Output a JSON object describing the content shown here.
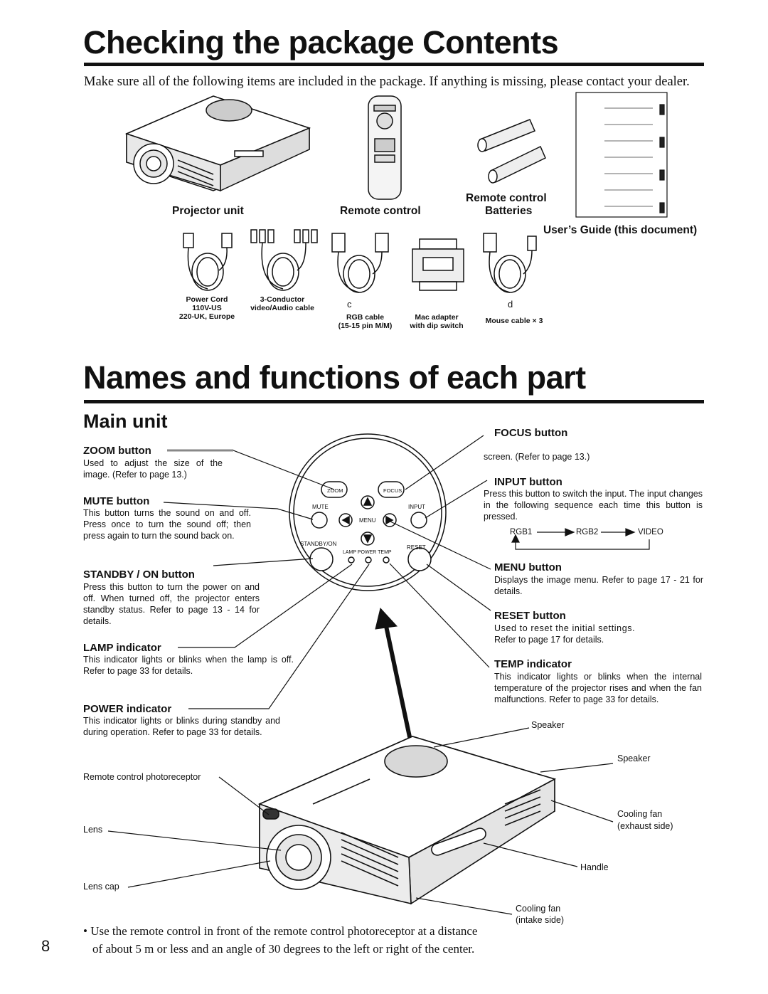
{
  "page_number": "8",
  "sections": {
    "package_title": "Checking the package Contents",
    "names_title": "Names and functions of each part",
    "main_unit_title": "Main unit"
  },
  "intro": "Make sure all of the following items are included in the package. If anything is missing, please contact your dealer.",
  "package": {
    "projector_unit": "Projector unit",
    "remote_control": "Remote control",
    "batteries_line1": "Remote control",
    "batteries_line2": "Batteries",
    "users_guide": "User’s Guide (this document)",
    "power_cord_1": "Power Cord",
    "power_cord_2": "110V-US",
    "power_cord_3": "220-UK, Europe",
    "av_cable_1": "3-Conductor",
    "av_cable_2": "video/Audio cable",
    "mark_c": "c",
    "mark_d": "d",
    "rgb_cable_1": "RGB cable",
    "rgb_cable_2": "(15-15 pin M/M)",
    "mac_adapter_1": "Mac adapter",
    "mac_adapter_2": "with dip switch",
    "mouse_cable": "Mouse cable × 3"
  },
  "panel": {
    "zoom": "ZOOM",
    "focus": "FOCUS",
    "mute": "MUTE",
    "input": "INPUT",
    "menu": "MENU",
    "standby_on": "STANDBY/ON",
    "reset": "RESET",
    "indicators": "LAMP POWER TEMP"
  },
  "left_callouts": {
    "zoom_head": "ZOOM button",
    "zoom_desc": "Used to adjust the size of the image. (Refer to page 13.)",
    "mute_head": "MUTE button",
    "mute_desc": "This button turns the sound on and off. Press once to turn the sound off; then press again to turn the sound back on.",
    "standby_head": "STANDBY / ON button",
    "standby_desc": "Press this button to turn the power on and off. When turned off, the projector enters standby status. Refer to page 13 - 14 for details.",
    "lamp_head": "LAMP indicator",
    "lamp_desc": "This indicator lights or blinks when the lamp is off. Refer to page 33 for details.",
    "power_head": "POWER indicator",
    "power_desc": "This indicator lights or blinks during standby and during operation. Refer to page 33 for details."
  },
  "right_callouts": {
    "focus_head": "FOCUS button",
    "focus_desc": "screen. (Refer to page 13.)",
    "input_head": "INPUT button",
    "input_desc": "Press this button to switch the input. The input changes in the following sequence each time this button is pressed.",
    "seq_rgb1": "RGB1",
    "seq_rgb2": "RGB2",
    "seq_video": "VIDEO",
    "menu_head": "MENU button",
    "menu_desc": "Displays the image menu. Refer to page 17 - 21 for details.",
    "reset_head": "RESET button",
    "reset_desc_1": "Used to reset the initial settings.",
    "reset_desc_2": "Refer to page 17 for details.",
    "temp_head": "TEMP indicator",
    "temp_desc": "This indicator lights or blinks when the internal temperature of the projector rises and when the fan malfunctions. Refer to page 33 for details."
  },
  "body_labels": {
    "speaker_1": "Speaker",
    "speaker_2": "Speaker",
    "remote_photoreceptor": "Remote control photoreceptor",
    "cooling_fan_exhaust_1": "Cooling fan",
    "cooling_fan_exhaust_2": "(exhaust side)",
    "lens": "Lens",
    "handle": "Handle",
    "lens_cap": "Lens cap",
    "cooling_fan_intake_1": "Cooling fan",
    "cooling_fan_intake_2": "(intake side)"
  },
  "footer": {
    "note_1": "• Use the remote control in front of the remote control photoreceptor at a distance",
    "note_2": "of about 5 m or less and an angle of 30 degrees to the left or right of the center."
  }
}
